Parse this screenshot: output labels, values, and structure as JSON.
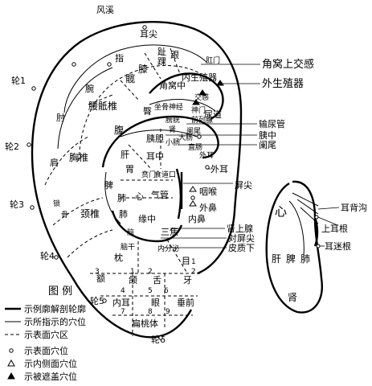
{
  "regions": {
    "fengxi": "风溪",
    "erjian": "耳尖",
    "lun1": "轮1",
    "lun2": "轮2",
    "lun3": "轮3",
    "lun4": "轮4",
    "lun5": "轮5",
    "lun6": "轮6",
    "zhi": "指",
    "wan": "腕",
    "zhou": "肘",
    "jian": "肩",
    "suo": "锁",
    "gu": "骨",
    "kuan": "髋",
    "xi": "膝",
    "zhi_toe": "趾",
    "gen": "跟",
    "huai": "踝",
    "gangmen": "肛门",
    "yaodizhui": "腰骶椎",
    "xiongzhui": "胸椎",
    "jingzhui": "颈椎",
    "jiaowozhong": "角窝中",
    "neishengzhiqi": "内生殖器",
    "tun": "臀",
    "zuogushenjing": "坐骨神经",
    "niaodao": "尿道",
    "xianglie": "前列腺",
    "pangguang": "膀胱",
    "shen": "肾",
    "fu": "腹",
    "yidan": "胰胆",
    "gan": "肝",
    "xiaochang": "小肠",
    "dachang": "大肠",
    "lanwei": "阑尾",
    "zhichang": "直肠",
    "waier": "外耳",
    "er_zhong": "耳中",
    "wei": "胃",
    "benmen": "贲门",
    "shidao": "食道",
    "kou": "口",
    "pi": "脾",
    "fei": "肺",
    "xin": "心",
    "qiguan": "气管",
    "yuanzhong": "缘中",
    "sanjiao": "三焦",
    "nao": "脑",
    "nao2": "脑干",
    "nei_fen_mi": "内分泌",
    "niu": "枕",
    "e": "额",
    "she": "舌",
    "e2": "颌",
    "ya": "牙",
    "mu": "目",
    "mu1": "1",
    "mu2": "2",
    "n1": "1",
    "n2": "2",
    "n3": "3",
    "n4": "4",
    "n5": "5",
    "n6": "6",
    "n7": "7",
    "n8": "8",
    "n9": "9",
    "neier": "内耳",
    "yan": "眼",
    "chuiqian": "垂前",
    "biantaoti": "扁桃体",
    "jiaohua": "交感",
    "shenmen": "神门",
    "pingjian": "屏尖"
  },
  "callouts": {
    "jiaowoshang": "角窝上交感",
    "waishengzhiqi": "外生殖器",
    "shuniaoguan": "输尿管",
    "yixian": "胰中",
    "lanwei": "阑尾",
    "waier": "外耳",
    "pingjian": "屏尖",
    "yanhou": "咽喉",
    "waibi": "外鼻",
    "neibi": "内鼻",
    "shenshangxian": "肾上腺",
    "duipingjian": "对屏尖",
    "pizhixia": "皮质下"
  },
  "back_view": {
    "erbeigou": "耳背沟",
    "shang_ergen": "上耳根",
    "ermigen": "耳迷根",
    "xin": "心",
    "gan": "肝",
    "pi": "脾",
    "fei": "肺",
    "shen": "肾"
  },
  "legend": {
    "title": "图 例",
    "items": [
      {
        "symbol": "thick-line",
        "text": "示例廓解剖轮廓"
      },
      {
        "symbol": "thin-line",
        "text": "示所指示的穴位"
      },
      {
        "symbol": "dashed-line",
        "text": "示表面穴区"
      },
      {
        "symbol": "circle",
        "text": "示表面穴位"
      },
      {
        "symbol": "triangle",
        "text": "示内侧面穴位"
      },
      {
        "symbol": "filled-triangle",
        "text": "示被遮盖穴位"
      }
    ]
  }
}
